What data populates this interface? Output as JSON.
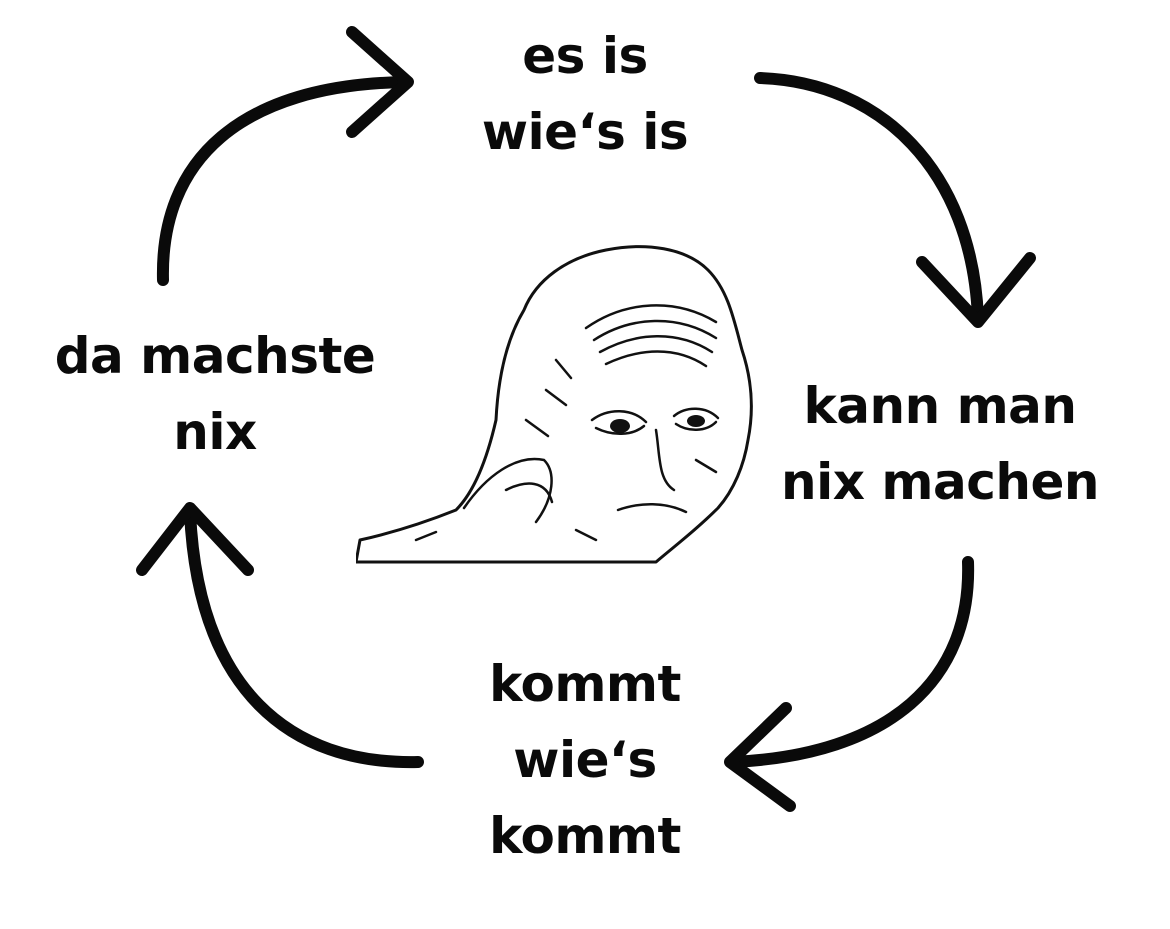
{
  "labels": {
    "top": [
      "es is",
      "wie‘s is"
    ],
    "right": [
      "kann man",
      "nix machen"
    ],
    "bottom": [
      "kommt",
      "wie‘s",
      "kommt"
    ],
    "left": [
      "da machste",
      "nix"
    ]
  },
  "arrows": {
    "color": "#0a0a0a",
    "direction": "clockwise"
  },
  "center_image": {
    "icon": "tired-wojak-face-icon",
    "line_color": "#111111",
    "fill_color": "#ffffff"
  }
}
